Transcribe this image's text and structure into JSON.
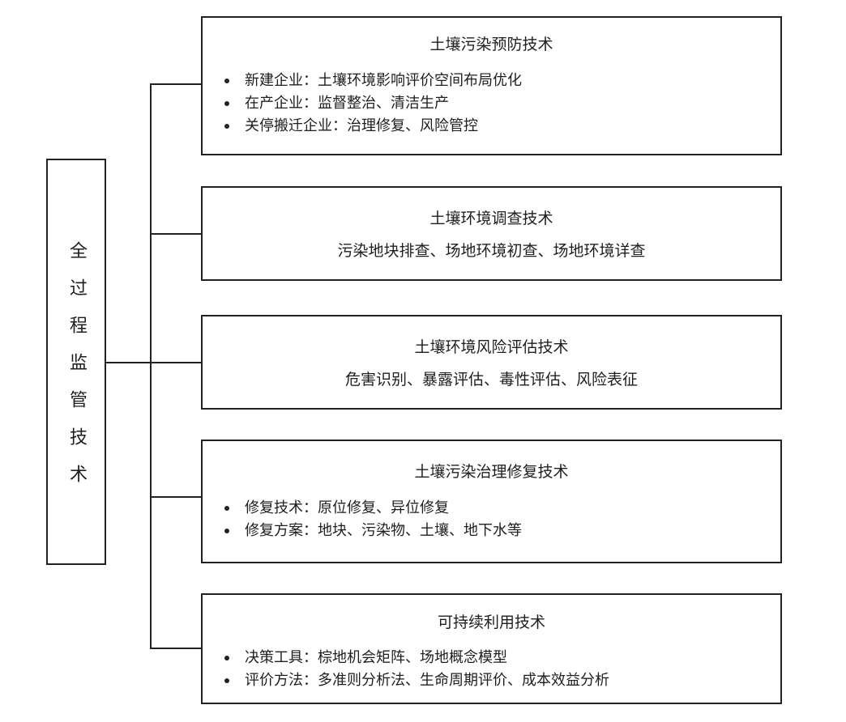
{
  "root": {
    "label": "全过程监管技术"
  },
  "branches": [
    {
      "title": "土壤污染预防技术",
      "bullets": [
        "新建企业：土壤环境影响评价空间布局优化",
        "在产企业：监督整治、清洁生产",
        "关停搬迁企业：治理修复、风险管控"
      ]
    },
    {
      "title": "土壤环境调查技术",
      "text": "污染地块排查、场地环境初查、场地环境详查"
    },
    {
      "title": "土壤环境风险评估技术",
      "text": "危害识别、暴露评估、毒性评估、风险表征"
    },
    {
      "title": "土壤污染治理修复技术",
      "bullets": [
        "修复技术：原位修复、异位修复",
        "修复方案：地块、污染物、土壤、地下水等"
      ]
    },
    {
      "title": "可持续利用技术",
      "bullets": [
        "决策工具：棕地机会矩阵、场地概念模型",
        "评价方法：多准则分析法、生命周期评价、成本效益分析"
      ]
    }
  ]
}
